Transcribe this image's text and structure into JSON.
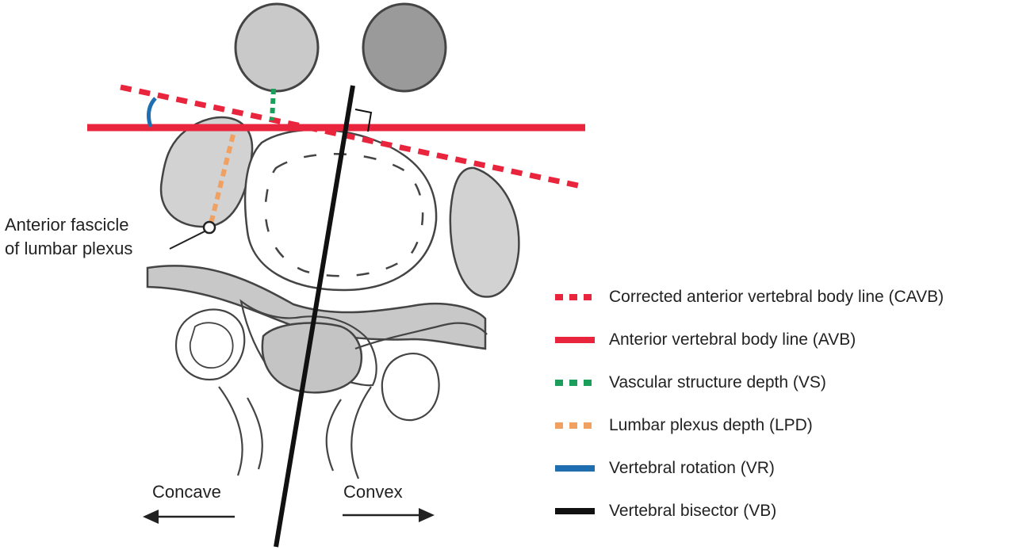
{
  "labels": {
    "fascicle_line1": "Anterior fascicle",
    "fascicle_line2": "of lumbar plexus",
    "concave": "Concave",
    "convex": "Convex"
  },
  "legend": [
    {
      "label": "Corrected anterior vertebral body line (CAVB)",
      "color": "#e8253c",
      "style": "dashed"
    },
    {
      "label": "Anterior vertebral body line (AVB)",
      "color": "#e8253c",
      "style": "solid"
    },
    {
      "label": "Vascular structure depth (VS)",
      "color": "#1a9e5a",
      "style": "dashed"
    },
    {
      "label": "Lumbar plexus depth (LPD)",
      "color": "#f0a060",
      "style": "dashed"
    },
    {
      "label": "Vertebral rotation (VR)",
      "color": "#1f6fb0",
      "style": "solid"
    },
    {
      "label": "Vertebral bisector (VB)",
      "color": "#111111",
      "style": "solid"
    }
  ]
}
